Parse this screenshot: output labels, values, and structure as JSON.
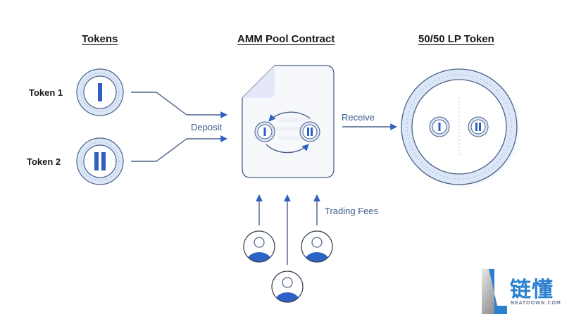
{
  "headings": {
    "tokens": "Tokens",
    "pool": "AMM Pool Contract",
    "lp": "50/50 LP Token"
  },
  "tokens": [
    {
      "label": "Token 1",
      "glyph": "I"
    },
    {
      "label": "Token 2",
      "glyph": "II"
    }
  ],
  "flows": {
    "deposit": "Deposit",
    "receive": "Receive",
    "fees": "Trading Fees"
  },
  "traders": {
    "count": 3,
    "icon": "user-icon"
  },
  "colors": {
    "accent": "#2f5fc4",
    "line": "#4a6188",
    "ring": "#dbe6f7",
    "user_body": "#2d62c9"
  },
  "logo": {
    "brand_cn": "链懂",
    "brand_en": "NEATDOWN.COM"
  }
}
